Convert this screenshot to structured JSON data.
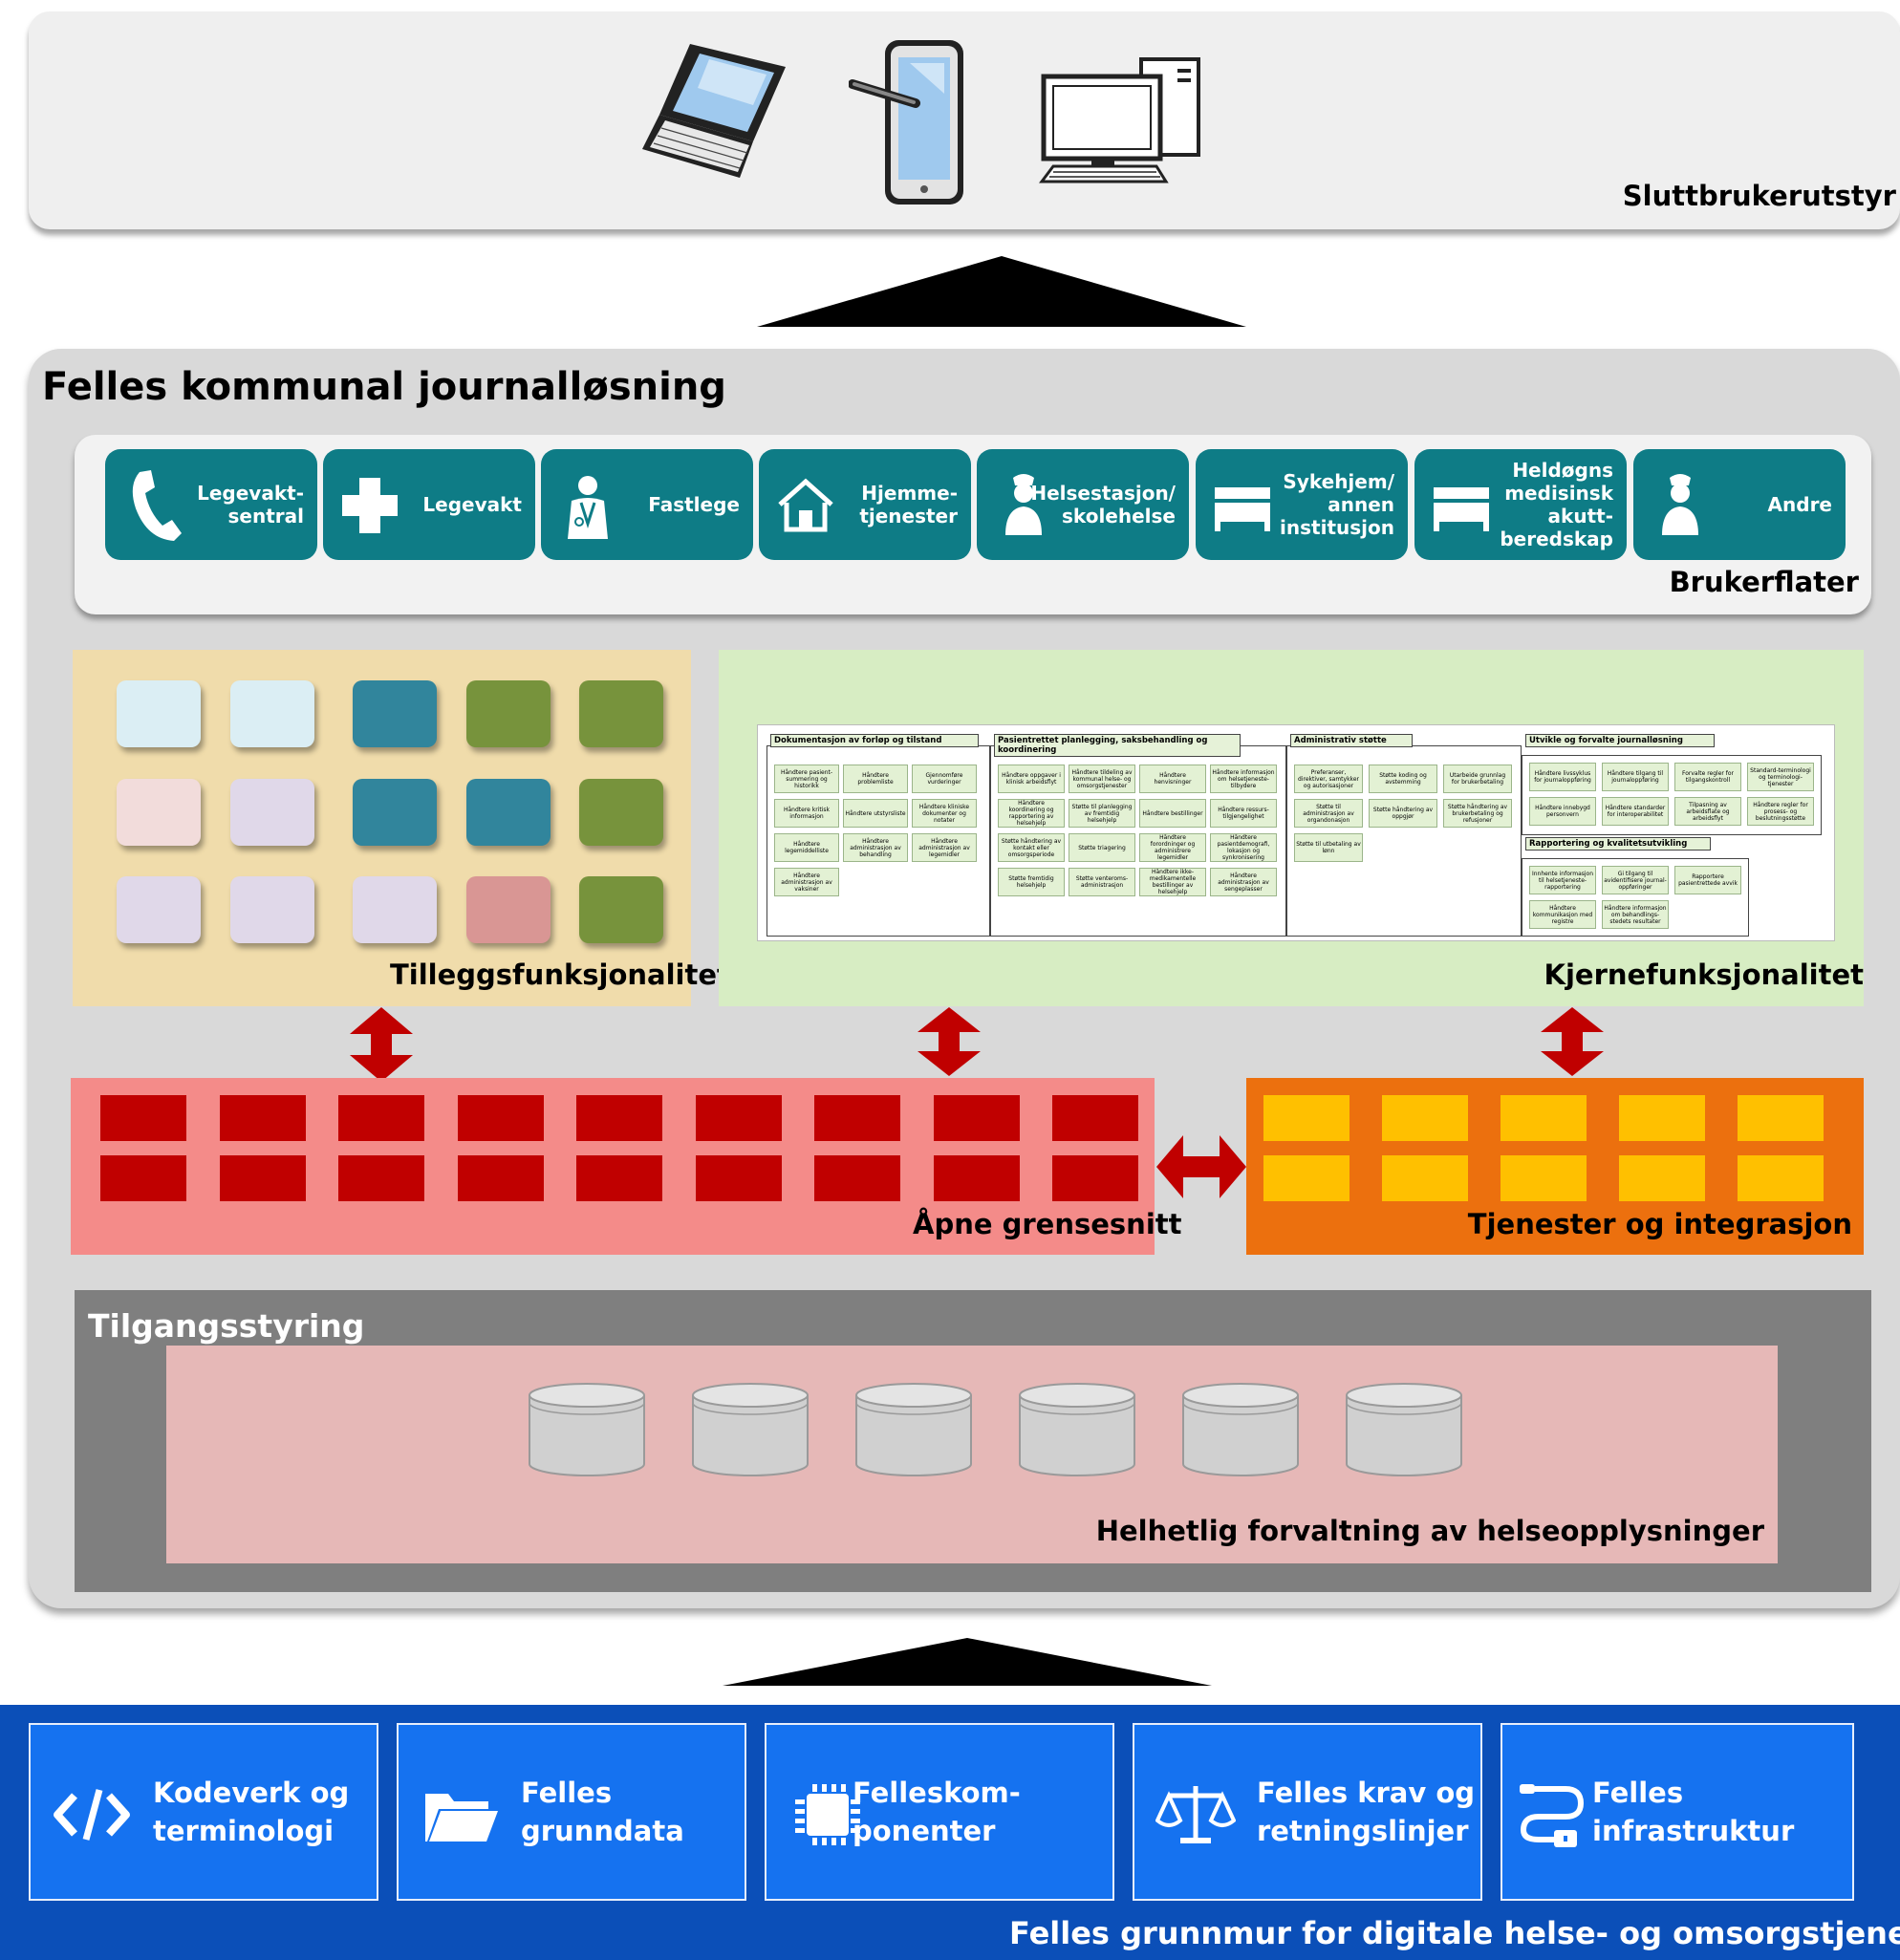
{
  "devices": {
    "label": "Sluttbrukerutstyr",
    "icons": [
      "laptop-icon",
      "tablet-icon",
      "desktop-computer-icon"
    ]
  },
  "journal": {
    "title": "Felles kommunal journalløsning",
    "user_interfaces": {
      "label": "Brukerflater",
      "tiles": [
        {
          "label": "Legevakt-sentral",
          "line1": "Legevakt-",
          "line2": "sentral",
          "icon": "phone-icon"
        },
        {
          "label": "Legevakt",
          "icon": "medical-cross-icon"
        },
        {
          "label": "Fastlege",
          "icon": "doctor-icon"
        },
        {
          "label": "Hjemme-tjenester",
          "line1": "Hjemme-",
          "line2": "tjenester",
          "icon": "house-icon"
        },
        {
          "label": "Helsestasjon/ skolehelse",
          "line1": "Helsestasjon/",
          "line2": "skolehelse",
          "icon": "nurse-icon"
        },
        {
          "label": "Sykehjem/ annen institusjon",
          "line1": "Sykehjem/",
          "line2": "annen",
          "line3": "institusjon",
          "icon": "bed-icon"
        },
        {
          "label": "Heldøgns medisinsk akutt-beredskap",
          "line1": "Heldøgns",
          "line2": "medisinsk",
          "line3": "akutt-",
          "line4": "beredskap",
          "icon": "bed-icon"
        },
        {
          "label": "Andre",
          "icon": "nurse-icon"
        }
      ]
    },
    "additional": {
      "label": "Tilleggsfunksjonalitet",
      "colors": [
        [
          "#dbeef4",
          "#dbeef4",
          "#31859c",
          "#77933c",
          "#77933c"
        ],
        [
          "#f2dcdb",
          "#e0d8e9",
          "#31859c",
          "#31859c",
          "#77933c"
        ],
        [
          "#e0d8e9",
          "#e0d8e9",
          "#e0d8e9",
          "#d99694",
          "#77933c"
        ]
      ]
    },
    "core": {
      "label": "Kjernefunksjonalitet",
      "categories": {
        "doc": {
          "title": "Dokumentasjon av forløp og tilstand",
          "items": [
            "Håndtere pasient-summering og historikk",
            "Håndtere problemliste",
            "Gjennomføre vurderinger",
            "Håndtere kritisk informasjon",
            "Håndtere utstyrsliste",
            "Håndtere kliniske dokumenter og notater",
            "Håndtere legemiddelliste",
            "Håndtere administrasjon av behandling",
            "Håndtere administrasjon av legemidler",
            "Håndtere administrasjon av vaksiner"
          ]
        },
        "plan": {
          "title": "Pasientrettet planlegging, saksbehandling og koordinering",
          "items": [
            "Håndtere oppgaver i klinisk arbeidsflyt",
            "Håndtere tildeling av kommunal helse- og omsorgstjenester",
            "Håndtere henvisninger",
            "Håndtere informasjon om helsetjeneste-tilbydere",
            "Håndtere koordinering og rapportering av helsehjelp",
            "Støtte til planlegging av fremtidig helsehjelp",
            "Håndtere bestillinger",
            "Håndtere ressurs-tilgjengelighet",
            "Støtte håndtering av kontakt eller omsorgsperiode",
            "Støtte triagering",
            "Håndtere forordninger og administrere legemidler",
            "Håndtere pasientdemografi, lokasjon og synkronisering",
            "Støtte fremtidig helsehjelp",
            "Støtte venteroms-administrasjon",
            "Håndtere ikke-medikamentelle bestillinger av helsehjelp",
            "Håndtere administrasjon av sengeplasser"
          ]
        },
        "admin": {
          "title": "Administrativ støtte",
          "items": [
            "Preferanser, direktiver, samtykker og autorisasjoner",
            "Støtte koding og avstemming",
            "Utarbeide grunnlag for brukerbetaling",
            "Støtte til administrasjon av organdonasjon",
            "Støtte håndtering av oppgjør",
            "Støtte håndtering av brukerbetaling og refusjoner",
            "Støtte til utbetaling av lønn"
          ]
        },
        "develop": {
          "title": "Utvikle og forvalte journalløsning",
          "items": [
            "Håndtere livssyklus for journaloppføring",
            "Håndtere tilgang til journaloppføring",
            "Forvalte regler for tilgangskontroll",
            "Standard-terminologi og terminologi-tjenester",
            "Håndtere innebygd personvern",
            "Håndtere standarder for interoperabilitet",
            "Tilpasning av arbeidsflate og arbeidsflyt",
            "Håndtere regler for prosess- og beslutningsstøtte"
          ]
        },
        "report": {
          "title": "Rapportering og kvalitetsutvikling",
          "items": [
            "Innhente informasjon til helsetjeneste-rapportering",
            "Gi tilgang til avidentifisere journal-oppføringer",
            "Rapportere pasientrettede avvik",
            "Håndtere kommunikasjon med registre",
            "Håndtere informasjon om behandlings-stedets resultater"
          ]
        }
      }
    },
    "open_interfaces": {
      "label": "Åpne grensesnitt"
    },
    "services": {
      "label": "Tjenester og integrasjon"
    },
    "access_control": {
      "label": "Tilgangsstyring"
    },
    "health_info": {
      "label": "Helhetlig forvaltning av helseopplysninger"
    }
  },
  "foundation": {
    "label": "Felles grunnmur for digitale helse- og omsorgstjenester",
    "tiles": [
      {
        "label": "Kodeverk og terminologi",
        "line1": "Kodeverk og",
        "line2": "terminologi",
        "icon": "code-icon"
      },
      {
        "label": "Felles grunndata",
        "line1": "Felles",
        "line2": "grunndata",
        "icon": "folder-icon"
      },
      {
        "label": "Felleskom-ponenter",
        "line1": "Felleskom-",
        "line2": "ponenter",
        "icon": "chip-icon"
      },
      {
        "label": "Felles krav og retningslinjer",
        "line1": "Felles krav og",
        "line2": "retningslinjer",
        "icon": "scales-icon"
      },
      {
        "label": "Felles infrastruktur",
        "line1": "Felles infrastruktur",
        "icon": "cable-icon"
      }
    ]
  },
  "colors": {
    "teal": "#0e7c86",
    "red": "#c00000",
    "yellow": "#ffc000",
    "orange": "#ec700e",
    "base_blue": "#0b4fb8"
  }
}
